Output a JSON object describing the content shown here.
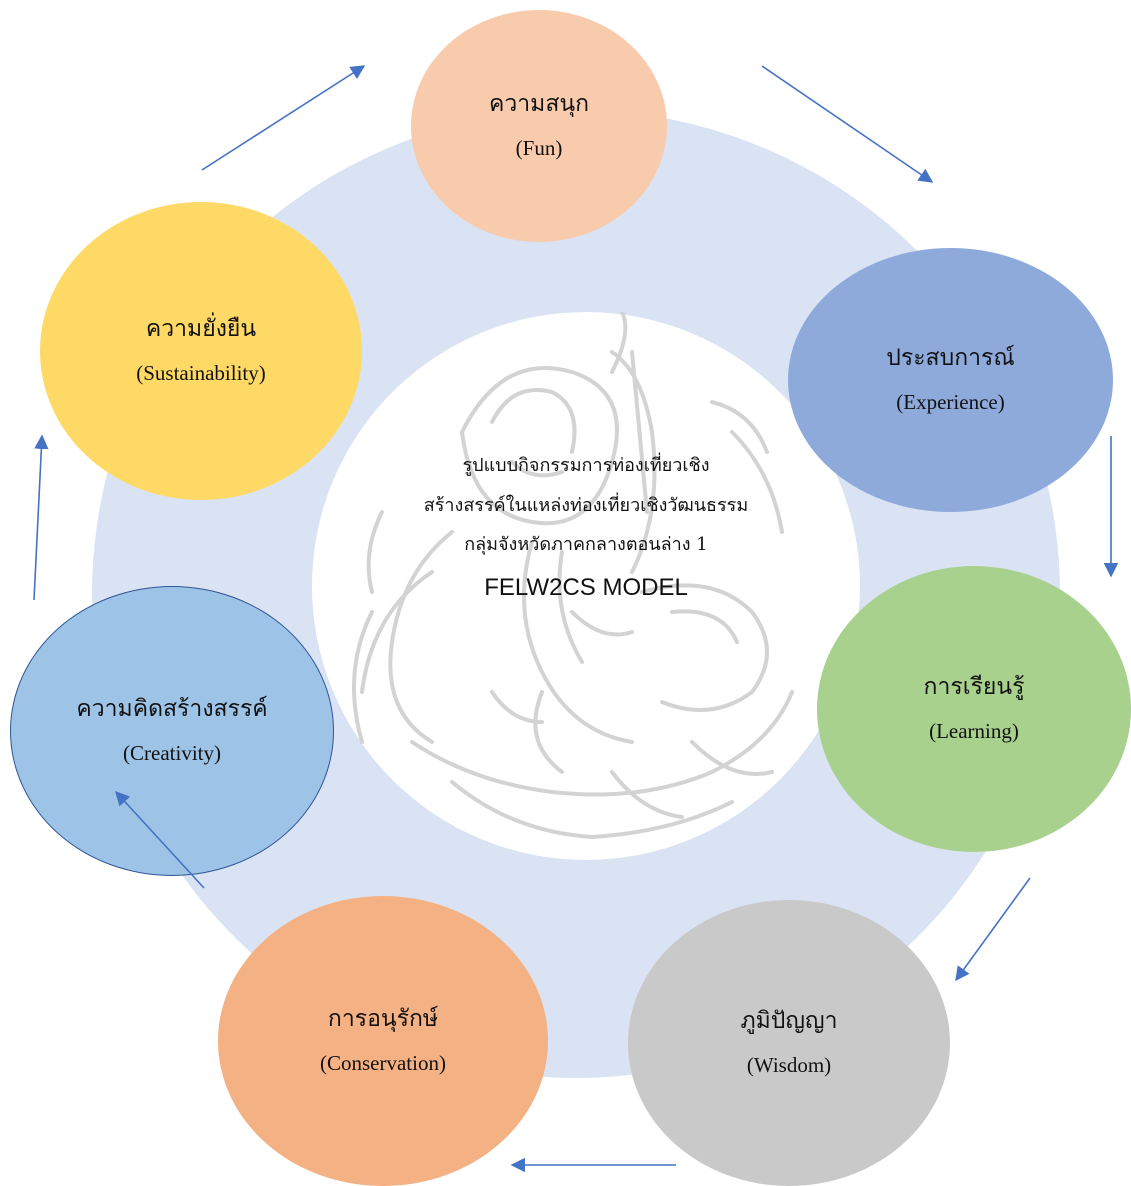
{
  "diagram": {
    "center": {
      "lines": [
        "รูปแบบกิจกรรมการท่องเที่ยวเชิง",
        "สร้างสรรค์ในแหล่งท่องเที่ยวเชิงวัฒนธรรม",
        "กลุ่มจังหวัดภาคกลางตอนล่าง 1"
      ],
      "model_name": "FELW2CS MODEL"
    },
    "nodes": [
      {
        "thai": "ความสนุก",
        "english": "(Fun)",
        "color": "#f8cbad"
      },
      {
        "thai": "ประสบการณ์",
        "english": "(Experience)",
        "color": "#8eaadb"
      },
      {
        "thai": "การเรียนรู้",
        "english": "(Learning)",
        "color": "#a9d18e"
      },
      {
        "thai": "ภูมิปัญญา",
        "english": "(Wisdom)",
        "color": "#c9c9c9"
      },
      {
        "thai": "การอนุรักษ์",
        "english": "(Conservation)",
        "color": "#f4b183"
      },
      {
        "thai": "ความคิดสร้างสรรค์",
        "english": "(Creativity)",
        "color": "#9dc3e6"
      },
      {
        "thai": "ความยั่งยืน",
        "english": "(Sustainability)",
        "color": "#ffd966"
      }
    ],
    "colors": {
      "ring": "#dae3f3",
      "arrow": "#4472c4",
      "watermark": "#d0d0d0"
    }
  }
}
